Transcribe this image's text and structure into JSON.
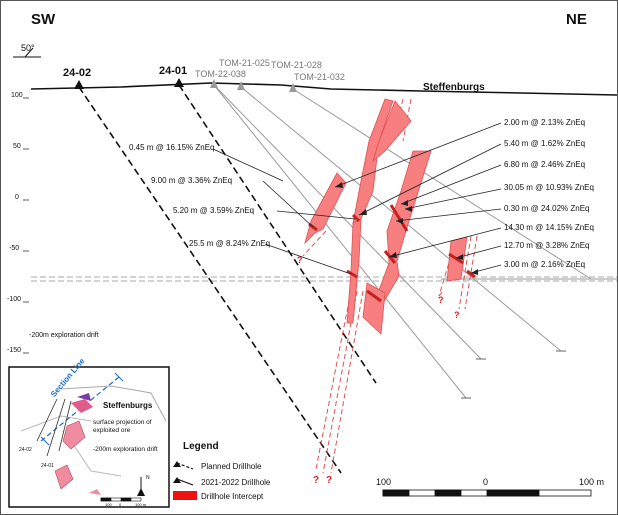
{
  "header": {
    "left_direction": "SW",
    "right_direction": "NE",
    "dip_label": "50°"
  },
  "drillholes": {
    "planned": [
      "24-02",
      "24-01"
    ],
    "completed": [
      "TOM-22-038",
      "TOM-21-025",
      "TOM-21-028",
      "TOM-21-032"
    ]
  },
  "location_label": "Steffenburgs",
  "elevation_ticks": [
    "100",
    "50",
    "0",
    "-50",
    "-100",
    "-150"
  ],
  "drift_label": "-200m exploration drift",
  "intercepts_left": [
    "0.45 m @ 16.15% ZnEq",
    "9.00 m @ 3.36% ZnEq",
    "5.20 m @ 3.59% ZnEq",
    "25.5 m @ 8.24% ZnEq"
  ],
  "intercepts_right": [
    "2.00 m @ 2.13% ZnEq",
    "5.40 m @ 1.62% ZnEq",
    "6.80 m @ 2.46% ZnEq",
    "30.05 m @ 10.93% ZnEq",
    "0.30 m @ 24.02% ZnEq",
    "14.30 m @ 14.15% ZnEq",
    "12.70 m @ 3.28% ZnEq",
    "3.00 m @ 2.16% ZnEq"
  ],
  "uncertain_marker": "?",
  "inset": {
    "section_line": "Section Line",
    "title": "Steffenburgs",
    "surface_projection": "surface projection of exploited ore",
    "drift": "-200m exploration drift",
    "hole_labels": [
      "24-02",
      "24-01"
    ],
    "scale_labels": [
      "100",
      "0",
      "100 m"
    ],
    "north": "N"
  },
  "legend": {
    "title": "Legend",
    "items": [
      "Planned Drillhole",
      "2021-2022 Drillhole",
      "Drillhole Intercept"
    ]
  },
  "scale_bar": {
    "labels": [
      "100",
      "0",
      "100 m"
    ]
  },
  "colors": {
    "intercept_fill": "#f77f7f",
    "intercept_dark": "#c62020",
    "completed_hole": "#9a9a9a",
    "planned_hole": "#111111",
    "legend_red": "#e11"
  }
}
